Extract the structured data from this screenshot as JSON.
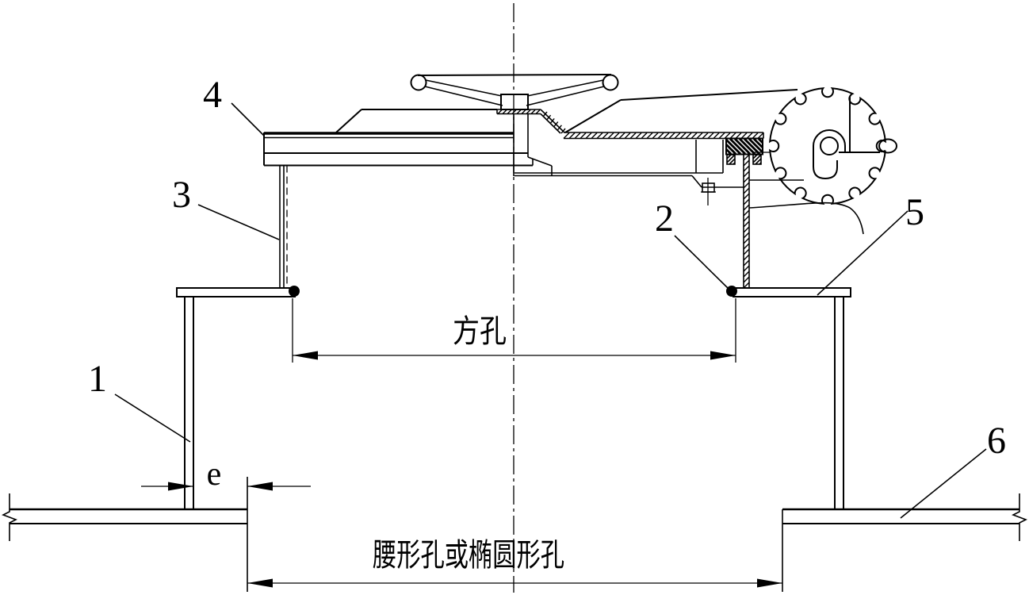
{
  "figure": {
    "parts": {
      "p1": "1",
      "p2": "2",
      "p3": "3",
      "p4": "4",
      "p5": "5",
      "p6": "6"
    },
    "dims": {
      "offset_label": "e",
      "square_hole_label": "方孔",
      "slot_label": "腰形孔或椭圆形孔"
    },
    "colors": {
      "ink": "#000000",
      "paper": "#ffffff"
    }
  }
}
